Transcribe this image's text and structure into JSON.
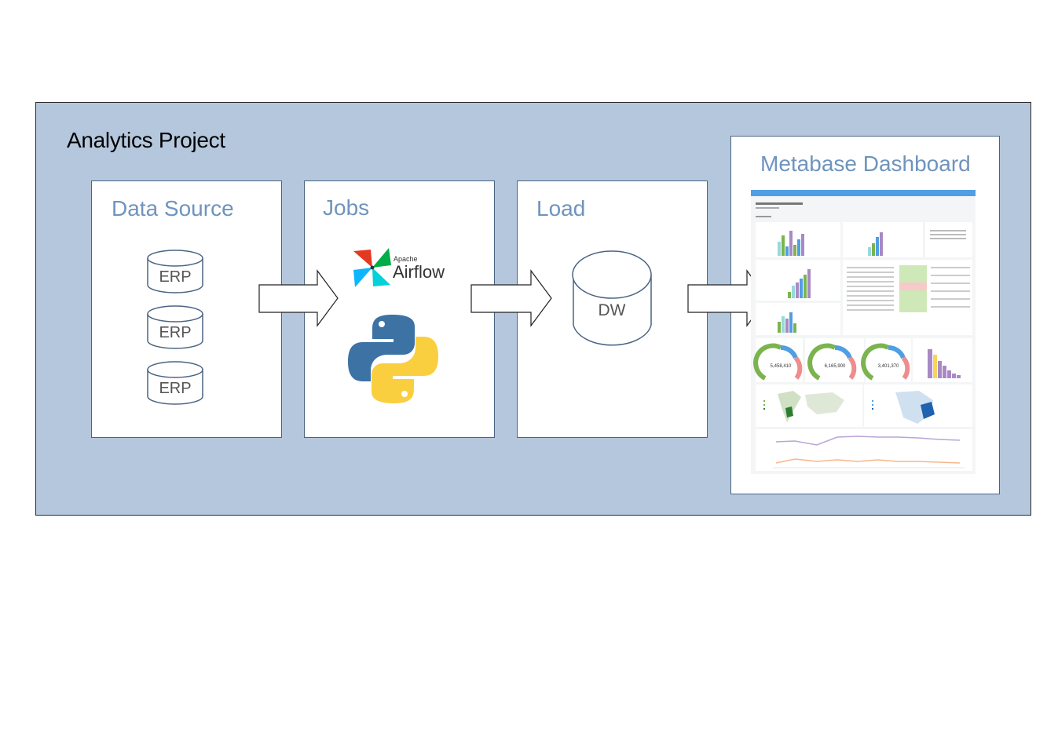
{
  "project": {
    "title": "Analytics Project"
  },
  "stages": [
    {
      "title": "Data Source",
      "items": [
        "ERP",
        "ERP",
        "ERP"
      ]
    },
    {
      "title": "Jobs",
      "tools": {
        "airflow_small": "Apache",
        "airflow_big": "Airflow"
      }
    },
    {
      "title": "Load",
      "db": "DW"
    },
    {
      "title": "Metabase Dashboard"
    }
  ],
  "dashboard": {
    "gauges": [
      "5,458,410",
      "6,165,900",
      "3,401,370"
    ],
    "colors": {
      "accent": "#509ee3",
      "green": "#7bb44f",
      "purple": "#a989c5",
      "teal": "#98d9d9",
      "red": "#ef8c8c",
      "orange": "#f9d45c"
    }
  },
  "colors": {
    "frame_bg": "#b5c7dd",
    "title_blue": "#6f94bd",
    "db_stroke": "#4a6482"
  }
}
